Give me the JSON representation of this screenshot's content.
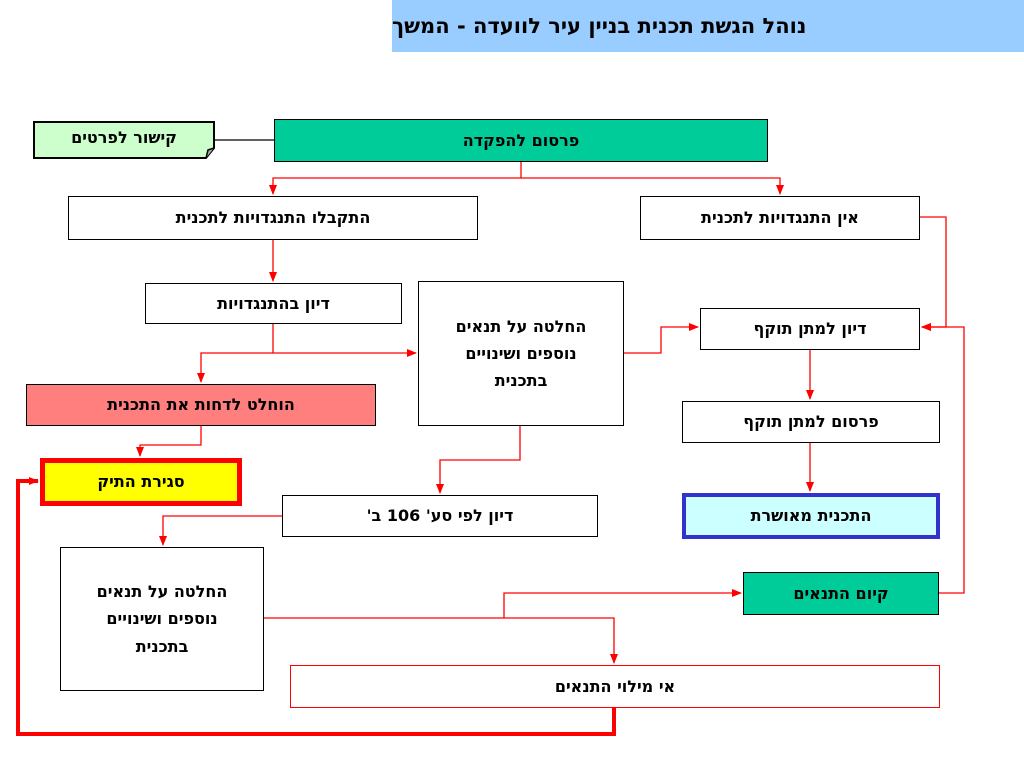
{
  "title": "נוהל הגשת תכנית בניין עיר לוועדה - המשך",
  "link_tag": "קישור לפרטים",
  "nodes": {
    "publish_deposit": "פרסום להפקדה",
    "objections_received": "התקבלו התנגדויות לתכנית",
    "no_objections": "אין התנגדויות לתכנית",
    "objections_discussion": "דיון בהתנגדויות",
    "decision_conditions_1_line1": "החלטה על תנאים",
    "decision_conditions_1_line2": "נוספים ושינויים",
    "decision_conditions_1_line3": "בתכנית",
    "validity_discussion": "דיון למתן תוקף",
    "rejected": "הוחלט לדחות את התכנית",
    "publish_validity": "פרסום למתן תוקף",
    "close_file": "סגירת התיק",
    "discussion_106b": "דיון לפי סע' 106 ב'",
    "approved_plan": "התכנית מאושרת",
    "decision_conditions_2_line1": "החלטה על תנאים",
    "decision_conditions_2_line2": "נוספים ושינויים",
    "decision_conditions_2_line3": "בתכנית",
    "conditions_met": "קיום התנאים",
    "conditions_not_met": "אי מילוי התנאים"
  },
  "colors": {
    "title_bg": "#99ccff",
    "connector": "#ff0000",
    "publish_bg": "#00cc99",
    "rejected_bg": "#ff7f7f",
    "close_bg": "#ffff00",
    "approved_bg": "#ccffff",
    "approved_border": "#3333cc",
    "link_tag_bg": "#ccffcc"
  }
}
